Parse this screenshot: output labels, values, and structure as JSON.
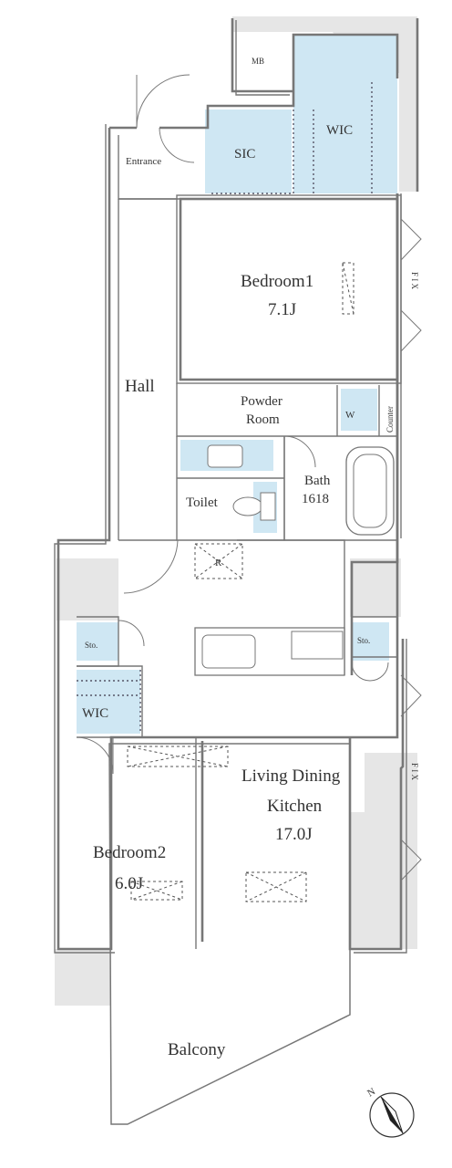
{
  "rooms": {
    "mb": "MB",
    "entrance": "Entrance",
    "sic": "SIC",
    "wic_top": "WIC",
    "bedroom1_name": "Bedroom1",
    "bedroom1_size": "7.1J",
    "hall": "Hall",
    "powder_line1": "Powder",
    "powder_line2": "Room",
    "w": "W",
    "counter": "Counter",
    "bath_name": "Bath",
    "bath_size": "1618",
    "toilet": "Toilet",
    "r": "R",
    "sto_left": "Sto.",
    "sto_right": "Sto.",
    "wic_left": "WIC",
    "ldk_line1": "Living Dining",
    "ldk_line2": "Kitchen",
    "ldk_size": "17.0J",
    "bedroom2_name": "Bedroom2",
    "bedroom2_size": "6.0J",
    "balcony": "Balcony",
    "fix_top": "F I X",
    "fix_bottom": "F I X"
  },
  "compass": {
    "north_label": "N"
  },
  "colors": {
    "storage_fill": "#cfe7f3",
    "exterior_fill": "#e6e6e6",
    "wall_stroke": "#777777"
  }
}
